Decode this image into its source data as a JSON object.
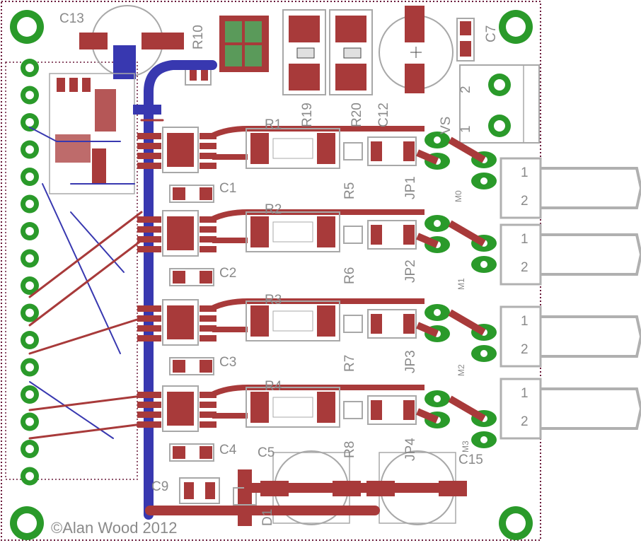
{
  "board": {
    "credit": "©Alan Wood 2012",
    "colors": {
      "copper_top": "#a83a3a",
      "copper_bottom": "#3838b0",
      "silk": "#a8a8a8",
      "via": "#2a9a2a",
      "outline": "#6a1a3a"
    }
  },
  "labels": {
    "c13": "C13",
    "r10": "R10",
    "c7": "C7",
    "c12": "C12",
    "r19": "R19",
    "r20": "R20",
    "vs": "VS",
    "vs_pin1": "1",
    "vs_pin2": "2",
    "r1": "R1",
    "r2": "R2",
    "r3": "R3",
    "r4": "R4",
    "r5": "R5",
    "r6": "R6",
    "r7": "R7",
    "r8": "R8",
    "c1": "C1",
    "c2": "C2",
    "c3": "C3",
    "c4": "C4",
    "c5": "C5",
    "c9": "C9",
    "c15": "C15",
    "jp1": "JP1",
    "jp2": "JP2",
    "jp3": "JP3",
    "jp4": "JP4",
    "m0": "M0",
    "m1": "M1",
    "m2": "M2",
    "m3": "M3",
    "d1": "D1",
    "conn_pin1": "1",
    "conn_pin2": "2"
  }
}
